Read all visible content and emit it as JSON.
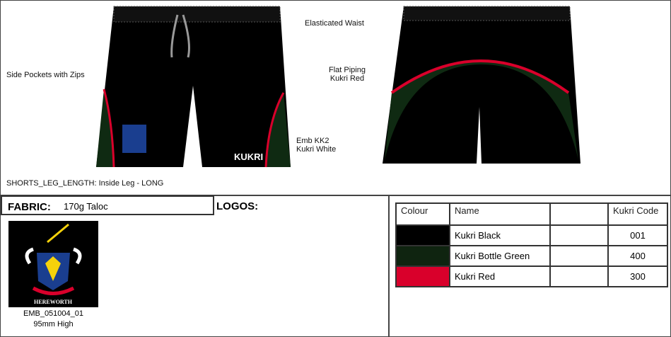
{
  "annotations": {
    "elasticated_waist": "Elasticated Waist",
    "side_pockets": "Side Pockets with Zips",
    "piping_line1": "Flat Piping",
    "piping_line2": "Kukri Red",
    "emb_line1": "Emb KK2",
    "emb_line2": "Kukri White",
    "leg_length": "SHORTS_LEG_LENGTH: Inside Leg - LONG",
    "brand": "KUKRI",
    "crest_text": "HEREWORTH"
  },
  "fabric": {
    "label": "FABRIC:",
    "value": "170g Taloc"
  },
  "logos": {
    "label": "LOGOS:",
    "code": "EMB_051004_01",
    "size": "95mm High"
  },
  "colour_table": {
    "headers": [
      "Colour",
      "Name",
      "",
      "Kukri Code"
    ],
    "rows": [
      {
        "swatch": "#000000",
        "name": "Kukri Black",
        "code": "001"
      },
      {
        "swatch": "#0f2410",
        "name": "Kukri Bottle Green",
        "code": "400"
      },
      {
        "swatch": "#d9002b",
        "name": "Kukri Red",
        "code": "300"
      }
    ]
  }
}
